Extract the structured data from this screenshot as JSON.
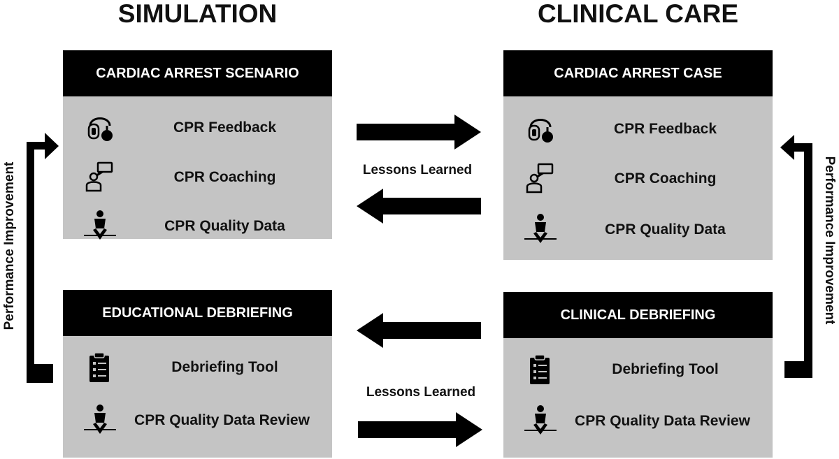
{
  "columns": {
    "left_title": "SIMULATION",
    "right_title": "CLINICAL CARE"
  },
  "boxes": {
    "cardiac_arrest_scenario": {
      "title": "CARDIAC ARREST SCENARIO",
      "items": [
        "CPR Feedback",
        "CPR Coaching",
        "CPR Quality Data"
      ]
    },
    "cardiac_arrest_case": {
      "title": "CARDIAC ARREST CASE",
      "items": [
        "CPR Feedback",
        "CPR Coaching",
        "CPR Quality Data"
      ]
    },
    "educational_debriefing": {
      "title": "EDUCATIONAL DEBRIEFING",
      "items": [
        "Debriefing Tool",
        "CPR Quality Data Review"
      ]
    },
    "clinical_debriefing": {
      "title": "CLINICAL DEBRIEFING",
      "items": [
        "Debriefing Tool",
        "CPR Quality Data Review"
      ]
    }
  },
  "flows": {
    "top_label": "Lessons Learned",
    "bottom_label": "Lessons Learned",
    "left_side_label": "Performance Improvement",
    "right_side_label": "Performance Improvement"
  },
  "icons": {
    "feedback": "cpr-feedback-device-icon",
    "coaching": "coach-speech-icon",
    "quality_data": "cpr-quality-data-icon",
    "debriefing_tool": "clipboard-icon"
  }
}
